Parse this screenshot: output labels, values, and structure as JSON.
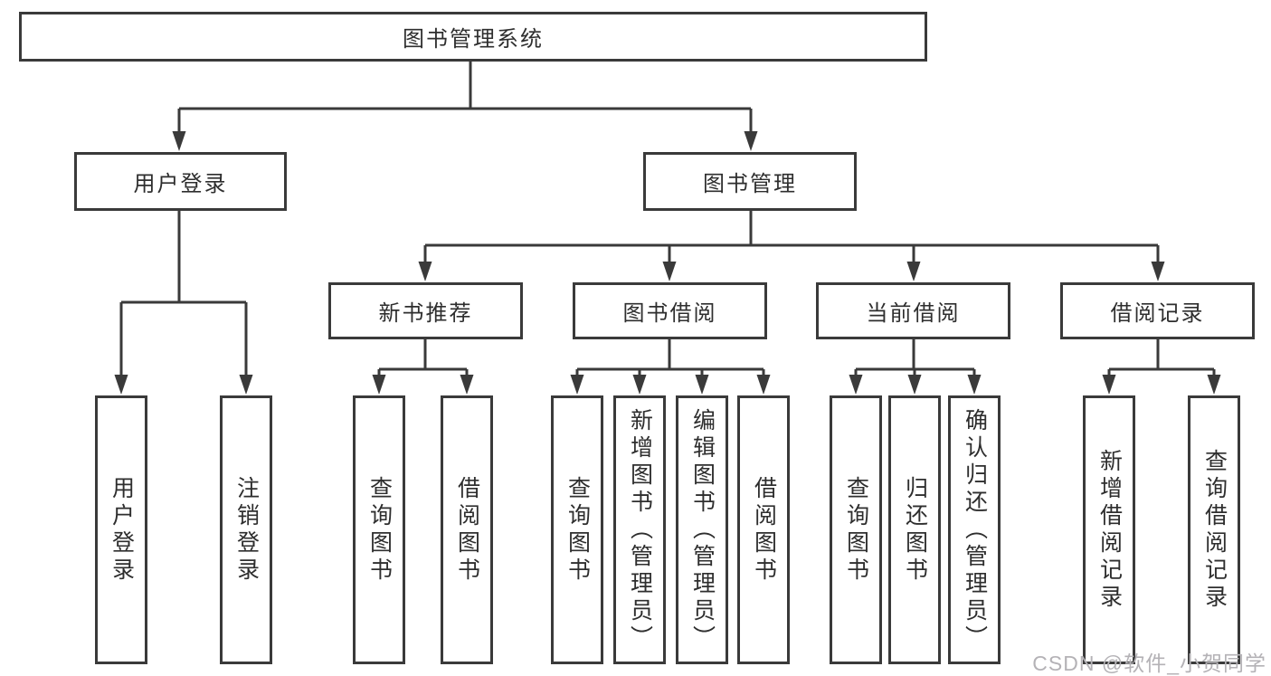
{
  "diagram": {
    "type": "tree-diagram",
    "tree": {
      "label": "图书管理系统",
      "children": [
        {
          "label": "用户登录",
          "children": [
            {
              "label": "用户登录"
            },
            {
              "label": "注销登录"
            }
          ]
        },
        {
          "label": "图书管理",
          "children": [
            {
              "label": "新书推荐",
              "children": [
                {
                  "label": "查询图书"
                },
                {
                  "label": "借阅图书"
                }
              ]
            },
            {
              "label": "图书借阅",
              "children": [
                {
                  "label": "查询图书"
                },
                {
                  "label": "新增图书（管理员）"
                },
                {
                  "label": "编辑图书（管理员）"
                },
                {
                  "label": "借阅图书"
                }
              ]
            },
            {
              "label": "当前借阅",
              "children": [
                {
                  "label": "查询图书"
                },
                {
                  "label": "归还图书"
                },
                {
                  "label": "确认归还（管理员）"
                }
              ]
            },
            {
              "label": "借阅记录",
              "children": [
                {
                  "label": "新增借阅记录"
                },
                {
                  "label": "查询借阅记录"
                }
              ]
            }
          ]
        }
      ]
    },
    "colors": {
      "line": "#3a3a3a",
      "text": "#2e2e2e",
      "background": "#ffffff",
      "watermark": "#b4b2b6"
    }
  },
  "watermark": {
    "text": "CSDN @软件_小贺同学"
  }
}
